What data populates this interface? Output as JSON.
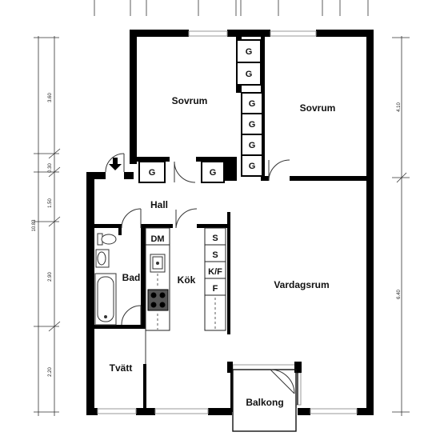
{
  "rooms": {
    "sovrum_1": "Sovrum",
    "sovrum_2": "Sovrum",
    "hall": "Hall",
    "bad": "Bad",
    "kok": "Kök",
    "vardagsrum": "Vardagsrum",
    "tvatt": "Tvätt",
    "balkong": "Balkong"
  },
  "closets": {
    "g": "G",
    "dm": "DM",
    "s": "S",
    "kf": "K/F",
    "f": "F"
  },
  "dimensions": {
    "left_total": "10.83",
    "left_segments": [
      "3.60",
      "0.30",
      "1.50",
      "2.90",
      "2.20"
    ],
    "right_segments": [
      "4.10",
      "6.40"
    ]
  },
  "colors": {
    "wall": "#000000",
    "line": "#333333",
    "window": "#9a9a9a",
    "appliance": "#555555"
  }
}
